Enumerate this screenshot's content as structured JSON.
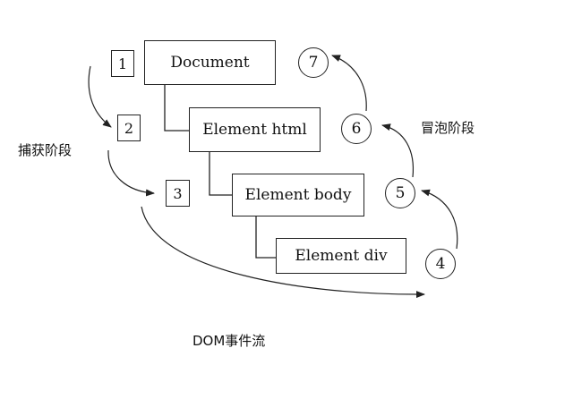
{
  "nodes": {
    "document": "Document",
    "html": "Element html",
    "body": "Element body",
    "div": "Element div"
  },
  "capture_steps": [
    "1",
    "2",
    "3"
  ],
  "bubble_steps": [
    "4",
    "5",
    "6",
    "7"
  ],
  "labels": {
    "capture_phase": "捕获阶段",
    "bubble_phase": "冒泡阶段",
    "caption": "DOM事件流"
  }
}
